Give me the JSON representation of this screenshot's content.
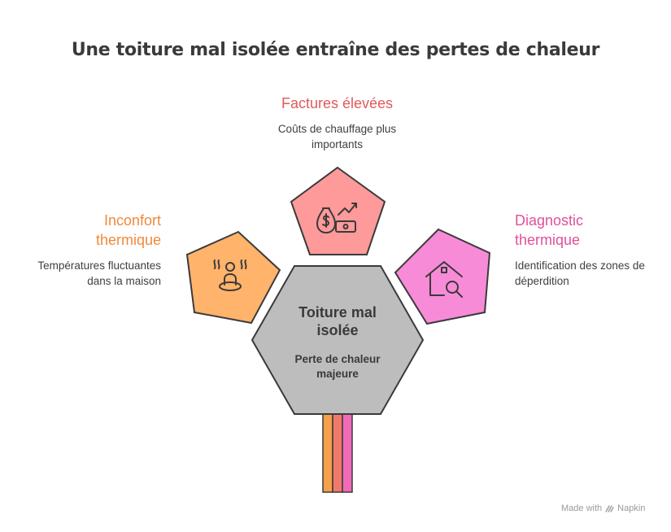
{
  "title": "Une toiture mal isolée entraîne des pertes de chaleur",
  "center": {
    "title": "Toiture mal isolée",
    "description": "Perte de chaleur majeure",
    "color": "#bdbdbd"
  },
  "items": [
    {
      "heading": "Factures élevées",
      "description": "Coûts de chauffage plus importants",
      "color": "#ff9a9a",
      "text_color": "#e05a5a",
      "icon": "money-bag-chart-icon"
    },
    {
      "heading": "Inconfort thermique",
      "description": "Températures fluctuantes dans la maison",
      "color": "#ffb36b",
      "text_color": "#f0893a",
      "icon": "person-heat-icon"
    },
    {
      "heading": "Diagnostic thermique",
      "description": "Identification des zones de déperdition",
      "color": "#f88bd8",
      "text_color": "#e0509a",
      "icon": "house-search-icon"
    }
  ],
  "stem_colors": [
    "#f5a04a",
    "#f07a6a",
    "#f06ab8"
  ],
  "footer": {
    "made_with": "Made with",
    "brand": "Napkin"
  }
}
